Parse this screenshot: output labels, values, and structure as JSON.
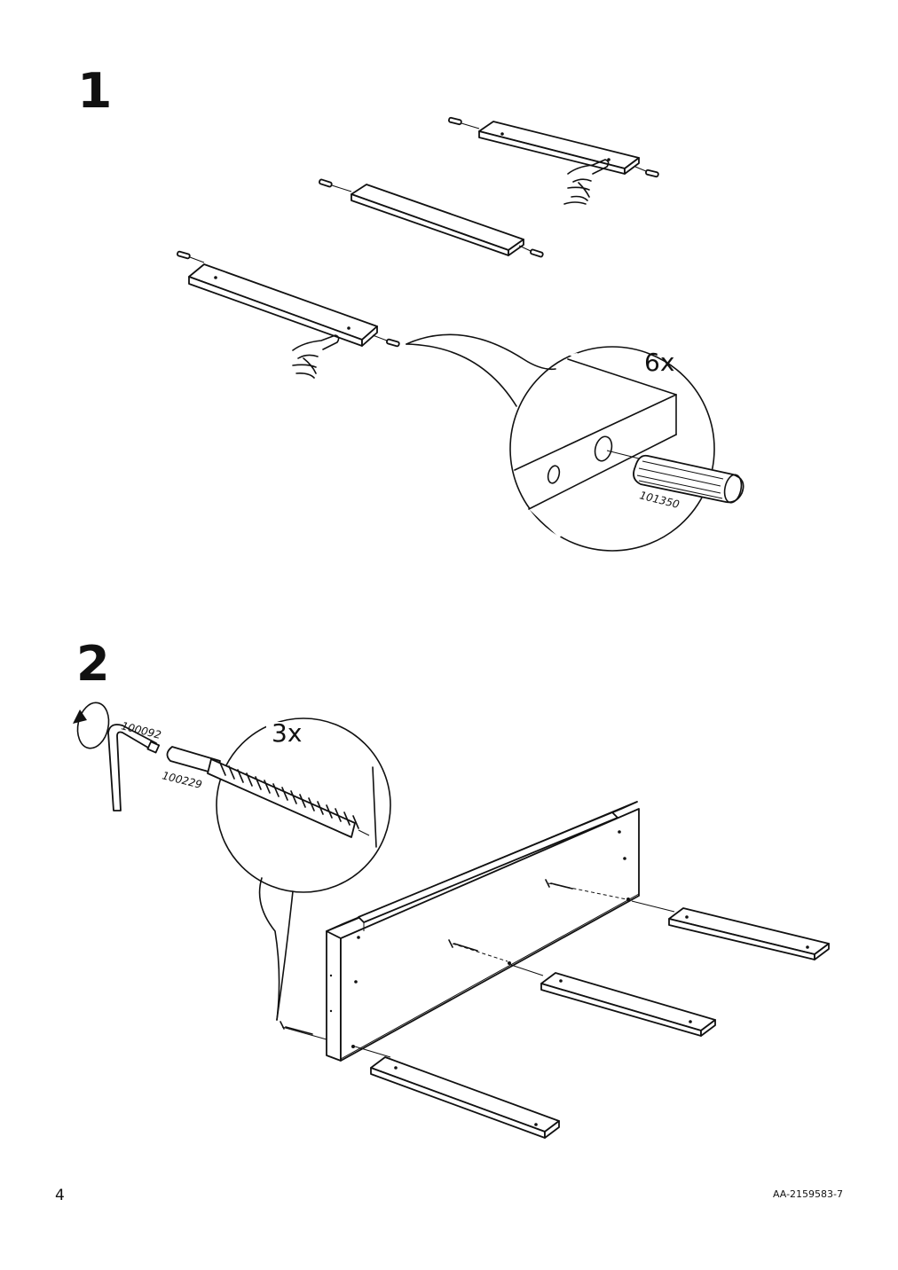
{
  "steps": [
    {
      "number": "1",
      "callout_quantity": "6x",
      "dowel_part": "101350"
    },
    {
      "number": "2",
      "callout_quantity": "3x",
      "key_part": "100092",
      "screw_part": "100229"
    }
  ],
  "footer": {
    "page_number": "4",
    "doc_code": "AA-2159583-7"
  },
  "icons": {
    "rotate": "rotate-arrow-icon",
    "hex_key": "allen-key-icon",
    "hand": "hand-icon"
  }
}
